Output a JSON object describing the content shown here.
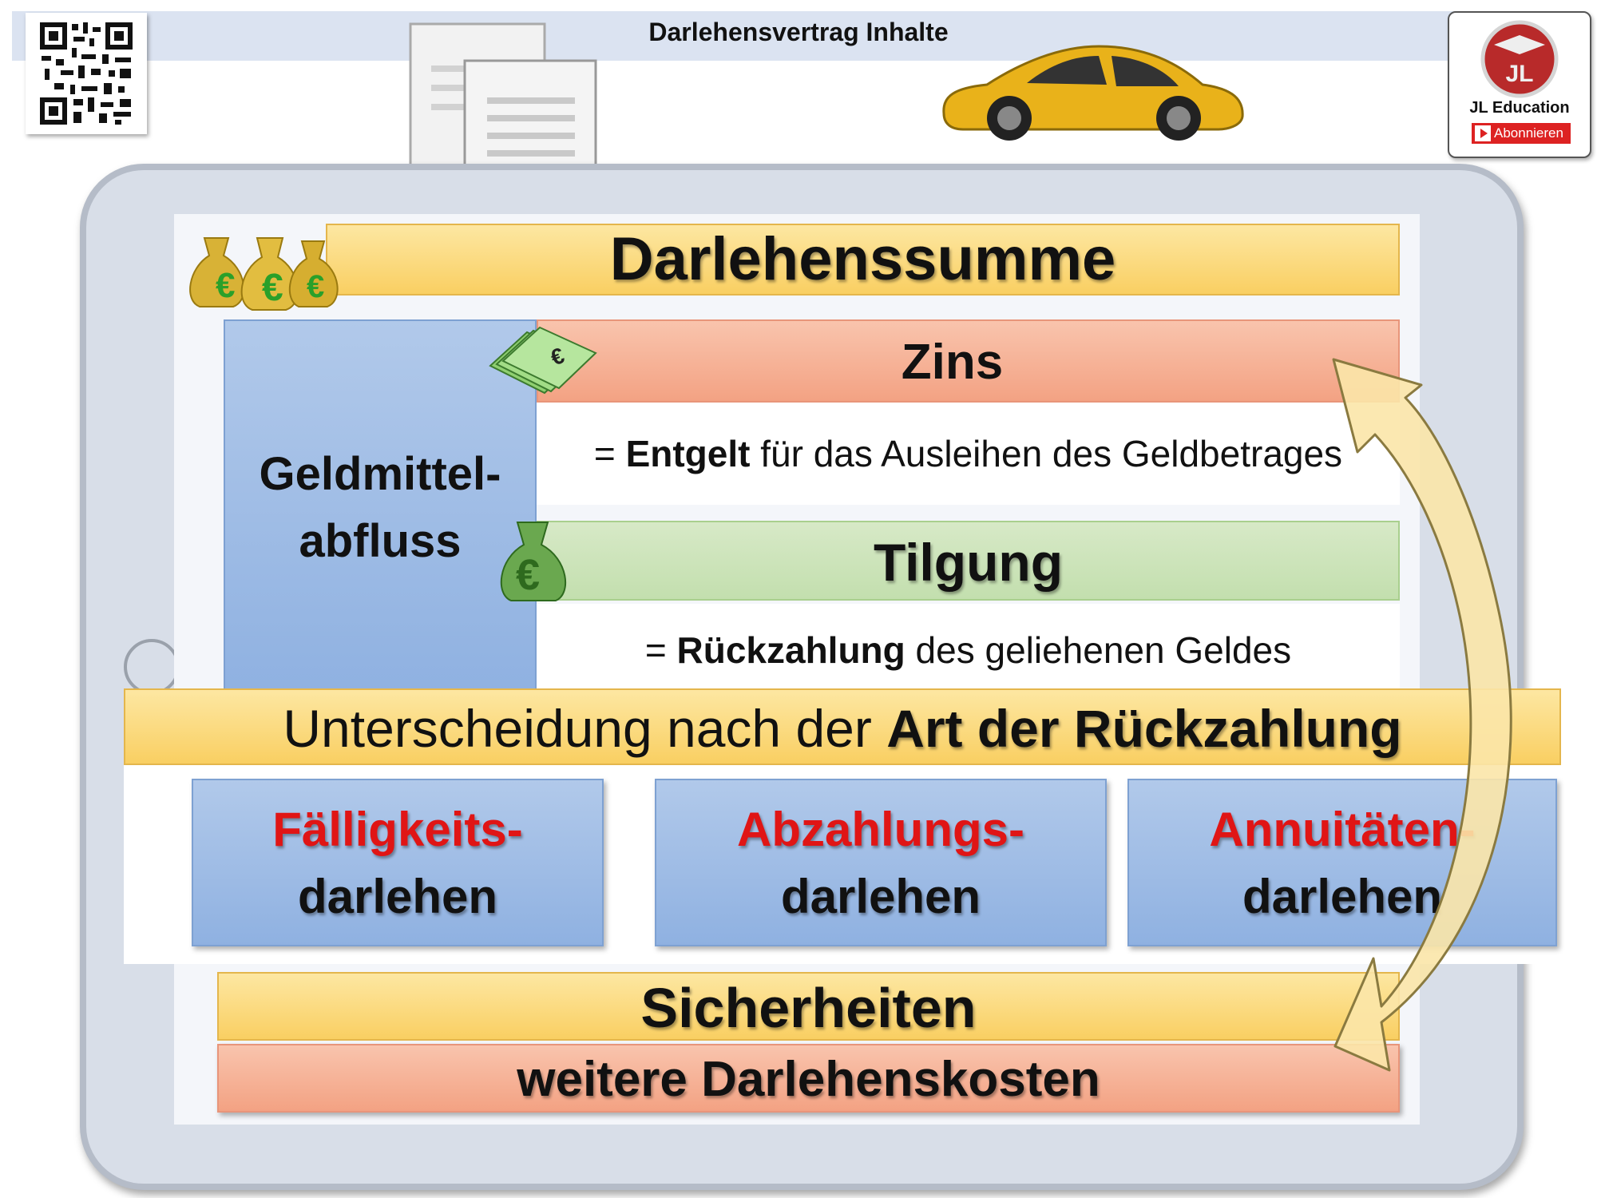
{
  "header": {
    "title": "Darlehensvertrag Inhalte",
    "logo_name": "JL Education",
    "logo_initials": "JL",
    "subscribe_label": "Abonnieren"
  },
  "diagram": {
    "loan_amount": "Darlehenssumme",
    "outflow_line1": "Geldmittel-",
    "outflow_line2": "abfluss",
    "interest": "Zins",
    "interest_desc_prefix": "= ",
    "interest_desc_bold": "Entgelt",
    "interest_desc_rest": " für das Ausleihen des Geldbetrages",
    "repayment": "Tilgung",
    "repayment_desc_prefix": "= ",
    "repayment_desc_bold": "Rückzahlung",
    "repayment_desc_rest": " des geliehenen Geldes",
    "distinction_prefix": "Unterscheidung nach der ",
    "distinction_bold": "Art der Rückzahlung",
    "types": [
      {
        "line1": "Fälligkeits-",
        "line2": "darlehen"
      },
      {
        "line1": "Abzahlungs-",
        "line2": "darlehen"
      },
      {
        "line1": "Annuitäten-",
        "line2": "darlehen"
      }
    ],
    "securities": "Sicherheiten",
    "further_costs": "weitere Darlehenskosten",
    "euro_symbol": "€",
    "colors": {
      "accent_red": "#e01515",
      "gold": "#f9cf62",
      "salmon": "#f3a283",
      "green": "#c3dfae",
      "blue": "#8fb1e1"
    }
  }
}
